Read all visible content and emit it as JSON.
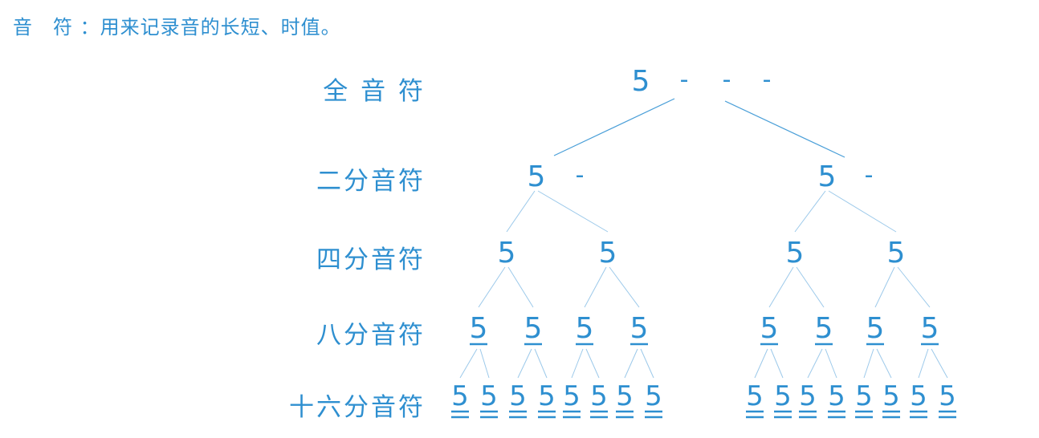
{
  "heading": "音　符 ：用来记录音的长短、时值。",
  "note_digit": "5",
  "dash": "-",
  "rows": [
    {
      "label": "全 音 符",
      "count": 1,
      "dashes": 3,
      "underlines": 0
    },
    {
      "label": "二分音符",
      "count": 2,
      "dashes": 1,
      "underlines": 0
    },
    {
      "label": "四分音符",
      "count": 4,
      "dashes": 0,
      "underlines": 0
    },
    {
      "label": "八分音符",
      "count": 8,
      "dashes": 0,
      "underlines": 1
    },
    {
      "label": "十六分音符",
      "count": 16,
      "dashes": 0,
      "underlines": 2
    }
  ],
  "colors": {
    "text": "#2e8fd0",
    "line": "#9cc9ea",
    "line_strong": "#4a9fd8"
  }
}
